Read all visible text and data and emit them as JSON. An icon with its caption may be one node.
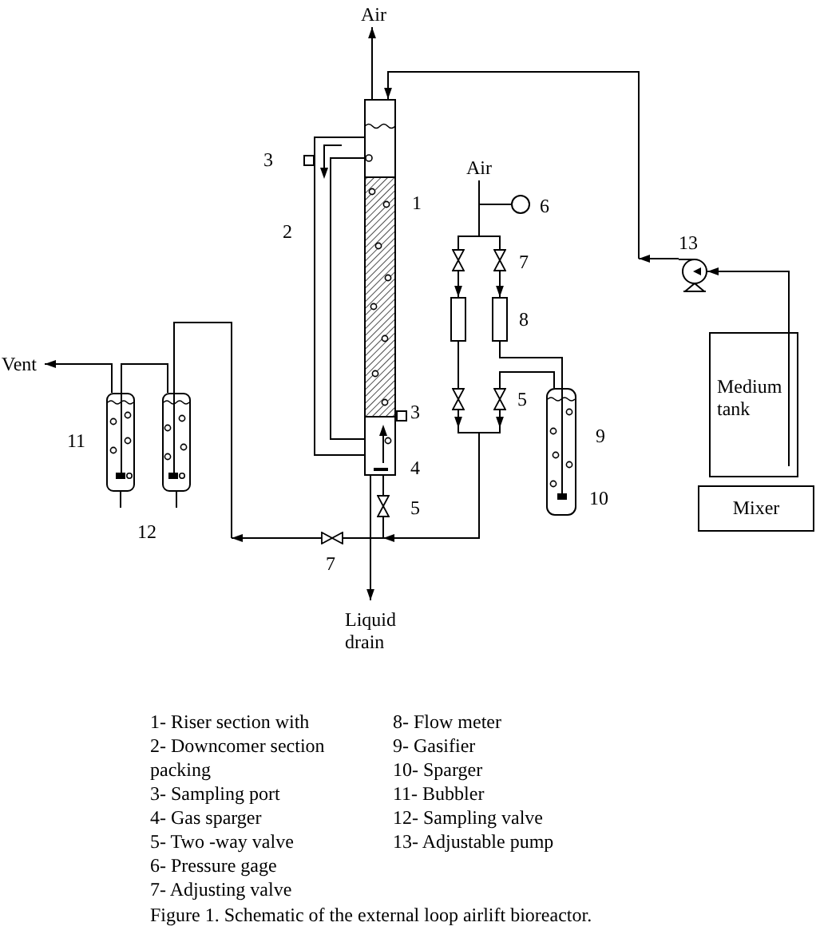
{
  "diagram": {
    "caption": "Figure 1. Schematic of the external loop airlift bioreactor.",
    "nodes": [
      {
        "text": [
          "Air"
        ]
      },
      {
        "text": [],
        "shape": "picture"
      },
      {
        "text": [
          "Air"
        ]
      },
      {
        "text": [],
        "shape": "circle"
      },
      {
        "text": [],
        "shape": "picture"
      },
      {
        "text": [],
        "shape": "box"
      },
      {
        "text": [],
        "shape": "box"
      },
      {
        "text": [
          "Medium tank"
        ]
      },
      {
        "text": [
          "Vent"
        ]
      },
      {
        "text": [],
        "shape": "picture"
      },
      {
        "text": [],
        "shape": "picture"
      },
      {
        "text": [],
        "shape": "picture"
      },
      {
        "text": [
          "Mixer"
        ]
      },
      {
        "text": [
          "Liquid drain"
        ]
      }
    ],
    "edges": [
      {
        "from": 1,
        "to": 0,
        "arrow": "to"
      },
      {
        "from": 4,
        "to": 1,
        "arrow": "to"
      },
      {
        "from": 7,
        "to": 4,
        "arrow": "to"
      },
      {
        "from": 2,
        "to": 5,
        "arrow": "to"
      },
      {
        "from": 2,
        "to": 6,
        "arrow": "to"
      },
      {
        "from": 6,
        "to": 11,
        "arrow": "none"
      },
      {
        "from": 5,
        "to": 1,
        "arrow": "to"
      },
      {
        "from": 11,
        "to": 1,
        "arrow": "to"
      },
      {
        "from": 5,
        "to": 10,
        "arrow": "to"
      },
      {
        "from": 11,
        "to": 10,
        "arrow": "to"
      },
      {
        "from": 1,
        "to": 13,
        "arrow": "to"
      },
      {
        "from": 10,
        "to": 9,
        "arrow": "none"
      },
      {
        "from": 9,
        "to": 8,
        "arrow": "to"
      },
      {
        "from": 2,
        "to": 3,
        "arrow": "none"
      }
    ],
    "labels": [
      "3",
      "1",
      "6",
      "2",
      "13",
      "7",
      "8",
      "5",
      "3",
      "9",
      "11",
      "4",
      "10",
      "5",
      "12",
      "7",
      "1- Riser section with",
      "2- Downcomer section",
      "packing",
      "3- Sampling port",
      "4- Gas sparger",
      "5- Two -way valve",
      "6- Pressure gage",
      "7- Adjusting valve",
      "8- Flow meter",
      "9- Gasifier",
      "10- Sparger",
      "11- Bubbler",
      "12- Sampling valve",
      "13- Adjustable pump"
    ]
  }
}
